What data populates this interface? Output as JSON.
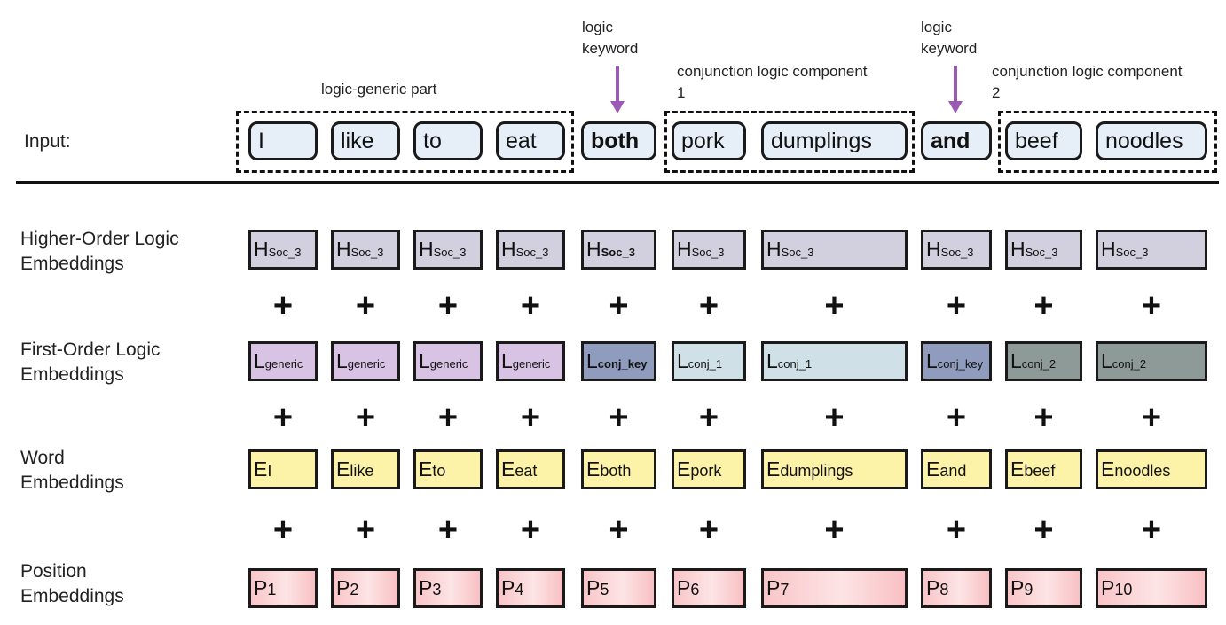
{
  "annotations": {
    "generic_part": "logic-generic part",
    "logic_keyword_1_line1": "logic",
    "logic_keyword_1_line2": "keyword",
    "logic_keyword_2_line1": "logic",
    "logic_keyword_2_line2": "keyword",
    "conj1_line1": "conjunction logic component",
    "conj1_line2": "1",
    "conj2_line1": "conjunction logic component",
    "conj2_line2": "2"
  },
  "row_labels": {
    "input": "Input:",
    "higher_line1": "Higher-Order Logic",
    "higher_line2": "Embeddings",
    "first_line1": "First-Order Logic",
    "first_line2": "Embeddings",
    "word_line1": "Word",
    "word_line2": "Embeddings",
    "position_line1": "Position",
    "position_line2": "Embeddings"
  },
  "tokens": [
    "I",
    "like",
    "to",
    "eat",
    "both",
    "pork",
    "dumplings",
    "and",
    "beef",
    "noodles"
  ],
  "higher": [
    {
      "main": "H",
      "sub": "Soc_3"
    },
    {
      "main": "H",
      "sub": "Soc_3"
    },
    {
      "main": "H",
      "sub": "Soc_3"
    },
    {
      "main": "H",
      "sub": "Soc_3"
    },
    {
      "main": "H",
      "sub": "Soc_3"
    },
    {
      "main": "H",
      "sub": "Soc_3"
    },
    {
      "main": "H",
      "sub": "Soc_3"
    },
    {
      "main": "H",
      "sub": "Soc_3"
    },
    {
      "main": "H",
      "sub": "Soc_3"
    },
    {
      "main": "H",
      "sub": "Soc_3"
    }
  ],
  "first": [
    {
      "main": "L",
      "sub": "generic"
    },
    {
      "main": "L",
      "sub": "generic"
    },
    {
      "main": "L",
      "sub": "generic"
    },
    {
      "main": "L",
      "sub": "generic"
    },
    {
      "main": "L",
      "sub": "conj_key"
    },
    {
      "main": "L",
      "sub": "conj_1"
    },
    {
      "main": "L",
      "sub": "conj_1"
    },
    {
      "main": "L",
      "sub": "conj_key"
    },
    {
      "main": "L",
      "sub": "conj_2"
    },
    {
      "main": "L",
      "sub": "conj_2"
    }
  ],
  "word": [
    {
      "main": "E",
      "sub": "I"
    },
    {
      "main": "E",
      "sub": "like"
    },
    {
      "main": "E",
      "sub": "to"
    },
    {
      "main": "E",
      "sub": "eat"
    },
    {
      "main": "E",
      "sub": "both"
    },
    {
      "main": "E",
      "sub": "pork"
    },
    {
      "main": "E",
      "sub": "dumplings"
    },
    {
      "main": "E",
      "sub": "and"
    },
    {
      "main": "E",
      "sub": "beef"
    },
    {
      "main": "E",
      "sub": "noodles"
    }
  ],
  "position": [
    {
      "main": "P",
      "sub": "1"
    },
    {
      "main": "P",
      "sub": "2"
    },
    {
      "main": "P",
      "sub": "3"
    },
    {
      "main": "P",
      "sub": "4"
    },
    {
      "main": "P",
      "sub": "5"
    },
    {
      "main": "P",
      "sub": "6"
    },
    {
      "main": "P",
      "sub": "7"
    },
    {
      "main": "P",
      "sub": "8"
    },
    {
      "main": "P",
      "sub": "9"
    },
    {
      "main": "P",
      "sub": "10"
    }
  ],
  "plus_symbol": "+",
  "colors": {
    "higher": "#d2d0de",
    "generic": "#d9c3e4",
    "conj_key": "#8f9cbd",
    "conj_1": "#cfe0e6",
    "conj_2": "#8d9a97",
    "word": "#fdf3a8",
    "position": "#f9c5c8",
    "token": "#e6eef8",
    "arrow": "#9b59b6"
  }
}
